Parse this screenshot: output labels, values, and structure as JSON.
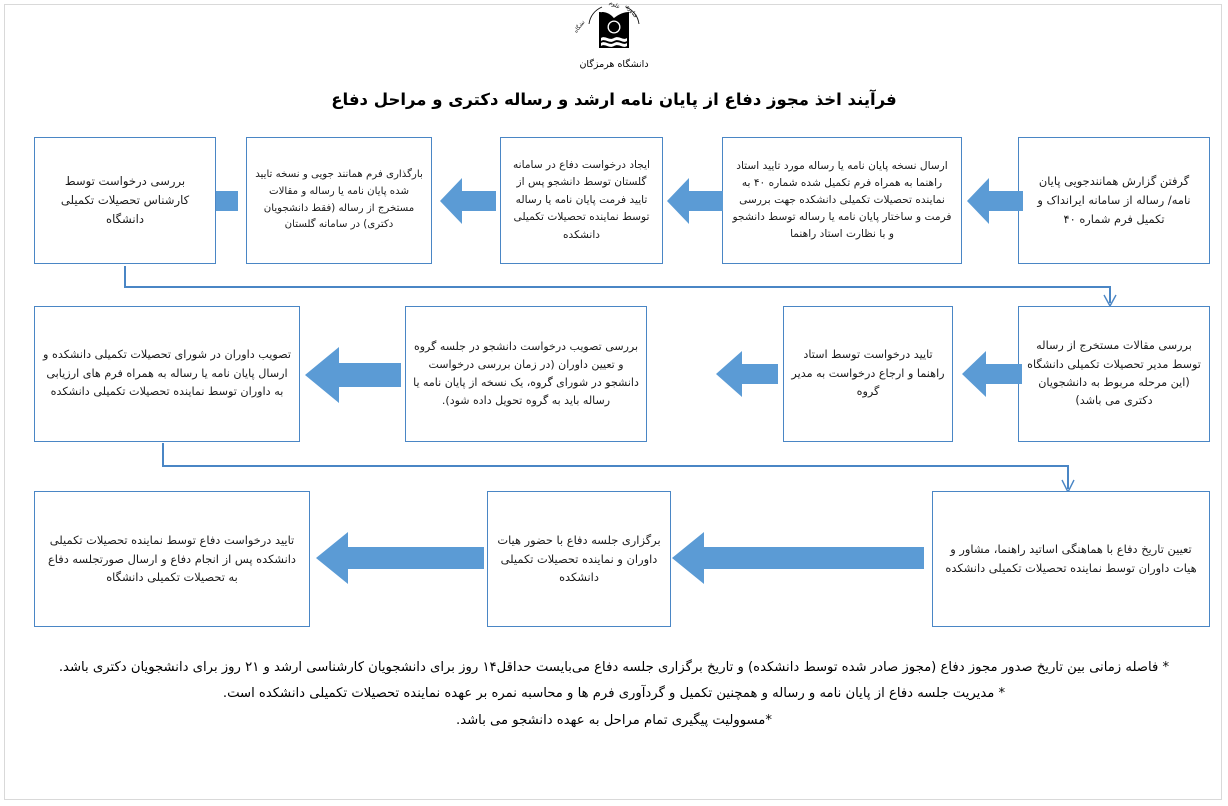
{
  "header": {
    "logo_icon": "university-book-emblem-icon",
    "logo_caption": "دانشگاه هرمزگان",
    "title": "فرآیند اخذ مجوز دفاع از پایان نامه ارشد و رساله دکتری و مراحل دفاع"
  },
  "colors": {
    "box_border": "#4a86c5",
    "arrow_fill": "#5b9bd5",
    "connector": "#4a86c5",
    "text": "#1a1a1a",
    "page_background": "#ffffff"
  },
  "flow": {
    "row1": [
      {
        "id": "step-1",
        "text": "گرفتن گزارش همانندجویی  پایان نامه/ رساله از سامانه ایرانداک و تکمیل فرم شماره ۴۰"
      },
      {
        "id": "step-2",
        "text": "ارسال نسخه پایان نامه یا رساله مورد تایید استاد راهنما به همراه فرم تکمیل شده شماره ۴۰ به نماینده تحصیلات تکمیلی دانشکده جهت بررسی فرمت و ساختار پایان نامه یا رساله توسط دانشجو و با نظارت استاد راهنما"
      },
      {
        "id": "step-3",
        "text": "ایجاد درخواست دفاع در سامانه گلستان توسط دانشجو پس از تایید فرمت پایان نامه یا رساله توسط نماینده تحصیلات تکمیلی دانشکده"
      },
      {
        "id": "step-4",
        "text": "بارگذاری فرم همانند جویی و نسخه تایید شده پایان نامه یا رساله و مقالات مستخرج از رساله (فقط دانشجویان دکتری) در سامانه گلستان"
      },
      {
        "id": "step-5",
        "text": "بررسی درخواست توسط کارشناس تحصیلات تکمیلی دانشگاه"
      }
    ],
    "row2": [
      {
        "id": "step-6",
        "text": "بررسی مقالات مستخرج از رساله توسط مدیر تحصیلات تکمیلی دانشگاه (این مرحله مربوط به دانشجویان دکتری می باشد)"
      },
      {
        "id": "step-7",
        "text": "تایید درخواست توسط استاد راهنما و ارجاع درخواست به مدیر گروه"
      },
      {
        "id": "step-8",
        "text": "بررسی تصویب درخواست دانشجو در جلسه گروه و تعیین داوران (در زمان بررسی درخواست دانشجو در شورای گروه، یک نسخه از پایان نامه یا رساله باید به گروه تحویل داده شود)."
      },
      {
        "id": "step-9",
        "text": "تصویب داوران در شورای تحصیلات تکمیلی دانشکده و ارسال پایان نامه یا رساله به همراه فرم های ارزیابی به داوران توسط نماینده تحصیلات تکمیلی دانشکده"
      }
    ],
    "row3": [
      {
        "id": "step-10",
        "text": "تعیین تاریخ دفاع با هماهنگی اساتید راهنما، مشاور و هیات داوران توسط نماینده تحصیلات تکمیلی دانشکده"
      },
      {
        "id": "step-11",
        "text": "برگزاری جلسه دفاع با حضور هیات داوران و نماینده تحصیلات تکمیلی دانشکده"
      },
      {
        "id": "step-12",
        "text": "تایید درخواست دفاع توسط نماینده تحصیلات تکمیلی دانشکده پس از انجام دفاع و ارسال صورتجلسه دفاع به تحصیلات تکمیلی دانشگاه"
      }
    ],
    "arrow_icons": {
      "row1": [
        "arrow-left-icon",
        "arrow-left-icon",
        "arrow-left-icon",
        "arrow-left-icon"
      ],
      "row2": [
        "arrow-left-icon",
        "arrow-left-icon",
        "arrow-left-icon"
      ],
      "row3": [
        "arrow-left-icon",
        "arrow-left-icon"
      ],
      "connector_1_2": "connector-down-arrow-icon",
      "connector_2_3": "connector-down-arrow-icon"
    }
  },
  "notes": [
    "* فاصله زمانی بین تاریخ صدور مجوز دفاع (مجوز صادر شده توسط دانشکده) و تاریخ برگزاری جلسه دفاع می‌بایست حداقل۱۴ روز برای دانشجویان کارشناسی ارشد و ۲۱ روز برای دانشجویان دکتری باشد.",
    "* مدیریت جلسه دفاع از پایان نامه و رساله و همچنین تکمیل و گردآوری فرم ها و محاسبه نمره بر عهده نماینده تحصیلات تکمیلی دانشکده است.",
    "*مسوولیت پیگیری تمام مراحل به عهده دانشجو می باشد."
  ]
}
